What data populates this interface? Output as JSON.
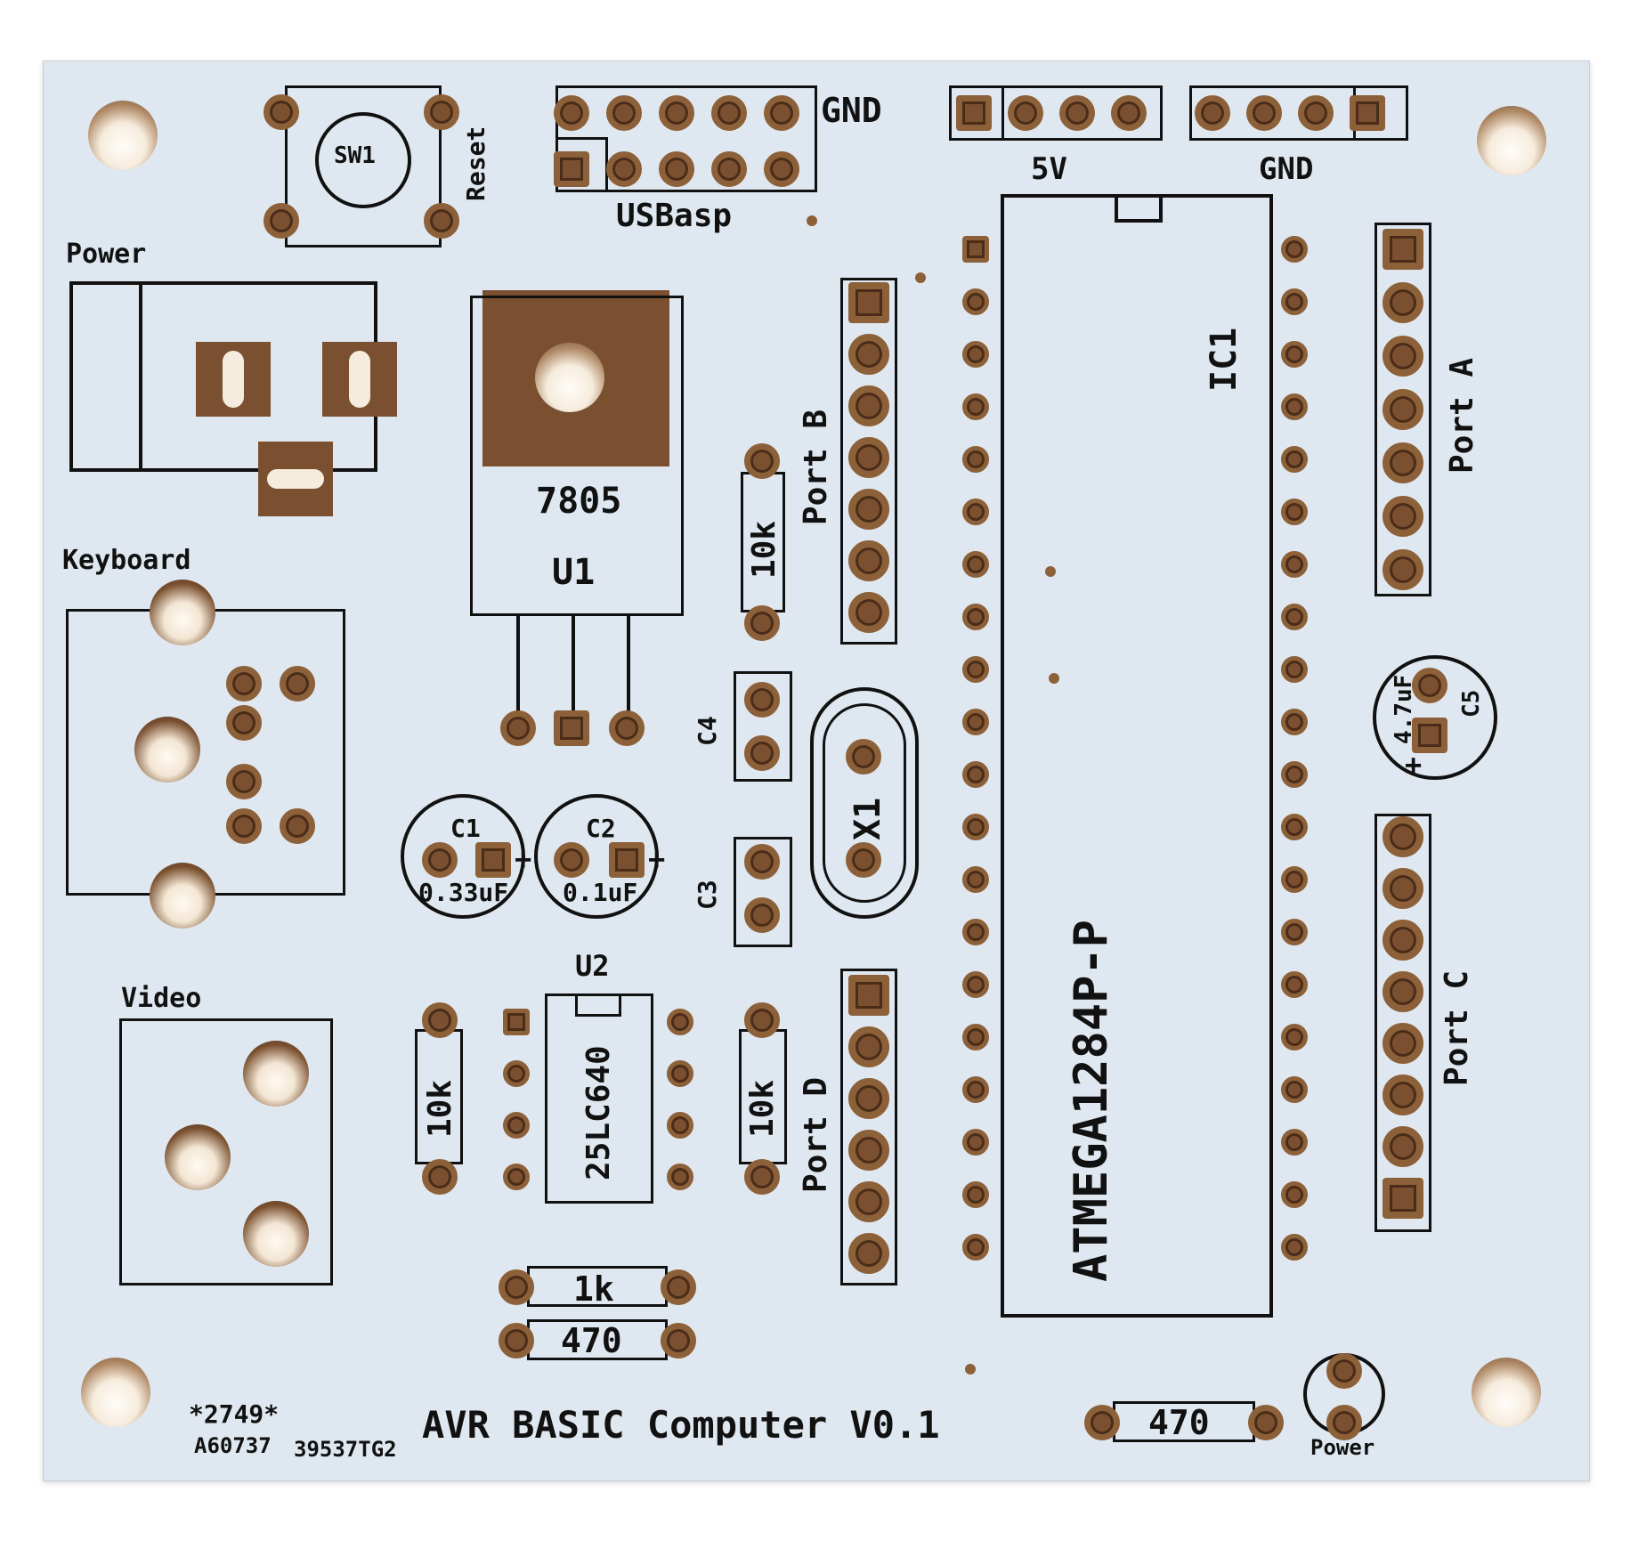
{
  "board": {
    "color_board": "#dfe8f0",
    "color_copper": "#7a5030",
    "color_silk": "#111111",
    "title": "AVR BASIC Computer V0.1",
    "serial_top": "*2749*",
    "serial_bottom_a": "A60737",
    "serial_bottom_b": "39537TG2"
  },
  "labels": {
    "sw1": "SW1",
    "reset": "Reset",
    "usbasp": "USBasp",
    "gnd_usbasp": "GND",
    "pin_5v": "5V",
    "pin_gnd": "GND",
    "power": "Power",
    "keyboard": "Keyboard",
    "video": "Video",
    "u1_part": "7805",
    "u1": "U1",
    "c1": "C1",
    "c1_val": "0.33uF",
    "c2": "C2",
    "c2_val": "0.1uF",
    "c3": "C3",
    "c4": "C4",
    "c5": "C5",
    "c5_val": "4.7uF",
    "x1": "X1",
    "u2": "U2",
    "u2_part": "25LC640",
    "r_10k_a": "10k",
    "r_10k_b": "10k",
    "r_10k_c": "10k",
    "r_1k": "1k",
    "r_470_a": "470",
    "r_470_b": "470",
    "port_a": "Port A",
    "port_b": "Port B",
    "port_c": "Port C",
    "port_d": "Port D",
    "ic1": "IC1",
    "ic1_part": "ATMEGA1284P-P",
    "led_power": "Power",
    "plus_c1": "+",
    "plus_c2": "+",
    "plus_c5": "+"
  }
}
